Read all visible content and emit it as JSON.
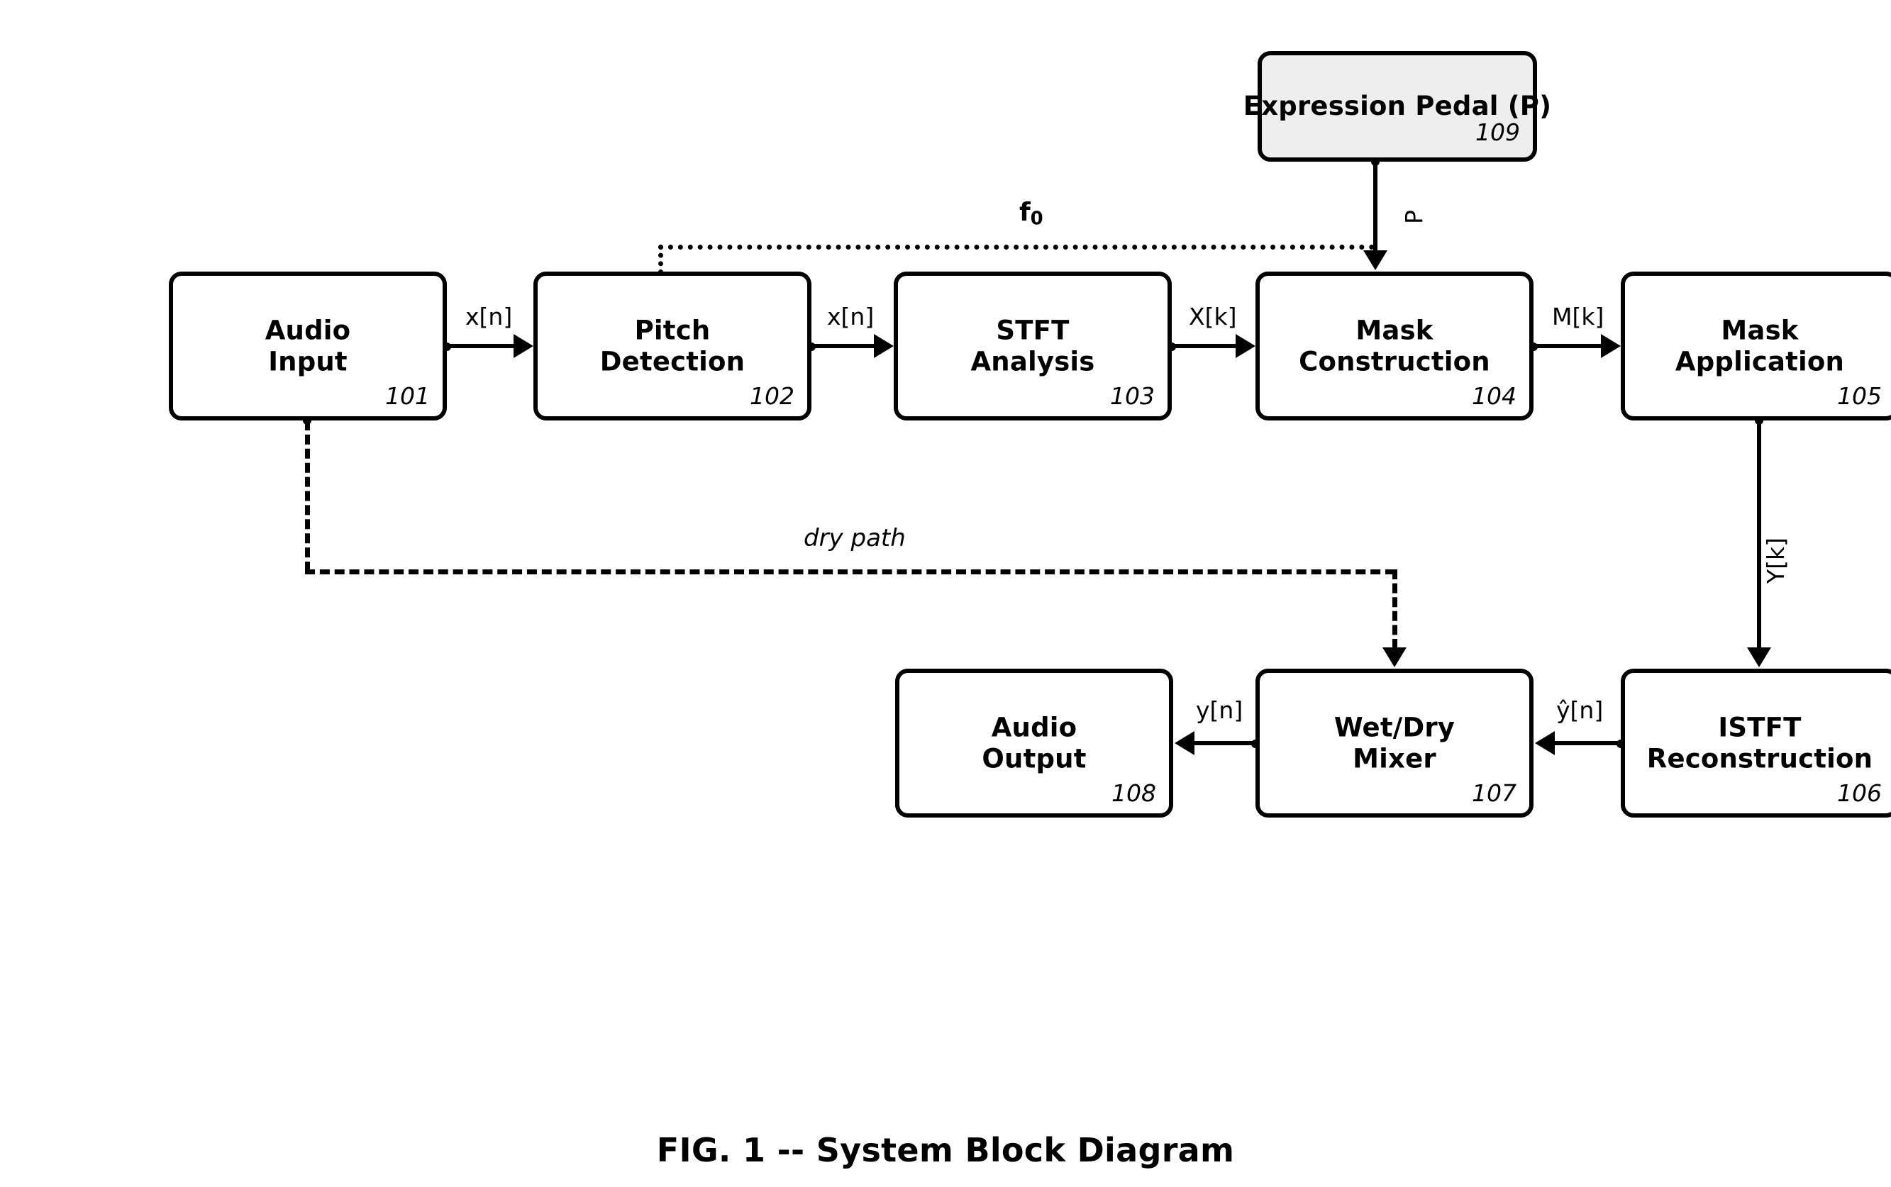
{
  "figure": {
    "caption": "FIG. 1 -- System Block Diagram",
    "background": "#ffffff",
    "stroke_color": "#000000",
    "shaded_fill": "#eeeeee"
  },
  "blocks": [
    {
      "id": "101",
      "name": "audio-input",
      "line1": "Audio",
      "line2": "Input",
      "ref": "101",
      "shaded": false
    },
    {
      "id": "102",
      "name": "pitch-detection",
      "line1": "Pitch",
      "line2": "Detection",
      "ref": "102",
      "shaded": false
    },
    {
      "id": "103",
      "name": "stft-analysis",
      "line1": "STFT",
      "line2": "Analysis",
      "ref": "103",
      "shaded": false
    },
    {
      "id": "104",
      "name": "mask-construction",
      "line1": "Mask",
      "line2": "Construction",
      "ref": "104",
      "shaded": false
    },
    {
      "id": "105",
      "name": "mask-application",
      "line1": "Mask",
      "line2": "Application",
      "ref": "105",
      "shaded": false
    },
    {
      "id": "106",
      "name": "istft-reconstruction",
      "line1": "ISTFT",
      "line2": "Reconstruction",
      "ref": "106",
      "shaded": false
    },
    {
      "id": "107",
      "name": "wet-dry-mixer",
      "line1": "Wet/Dry",
      "line2": "Mixer",
      "ref": "107",
      "shaded": false
    },
    {
      "id": "108",
      "name": "audio-output",
      "line1": "Audio",
      "line2": "Output",
      "ref": "108",
      "shaded": false
    },
    {
      "id": "109",
      "name": "expression-pedal",
      "line1": "Expression Pedal (P)",
      "line2": "",
      "ref": "109",
      "shaded": true
    }
  ],
  "edge_labels": {
    "x_n_1": "x[n]",
    "x_n_2": "x[n]",
    "X_k": "X[k]",
    "M_k": "M[k]",
    "Y_k": "Y[k]",
    "y_hat_n": "ŷ[n]",
    "y_n": "y[n]",
    "P": "P",
    "f0_f": "f",
    "f0_sub": "0",
    "dry_path": "dry path"
  },
  "flow": {
    "signal_path": [
      "Audio Input -> Pitch Detection : x[n]",
      "Pitch Detection -> STFT Analysis : x[n]",
      "STFT Analysis -> Mask Construction : X[k]",
      "Mask Construction -> Mask Application : M[k]",
      "Mask Application -> ISTFT Reconstruction : Y[k]",
      "ISTFT Reconstruction -> Wet/Dry Mixer : ŷ[n]",
      "Wet/Dry Mixer -> Audio Output : y[n]"
    ],
    "control_path": [
      "Pitch Detection -> Mask Construction : f0 (dotted)",
      "Expression Pedal (P) -> Mask Construction : P"
    ],
    "bypass_path": [
      "Audio Input -> Wet/Dry Mixer : dry path (dashed)"
    ]
  }
}
